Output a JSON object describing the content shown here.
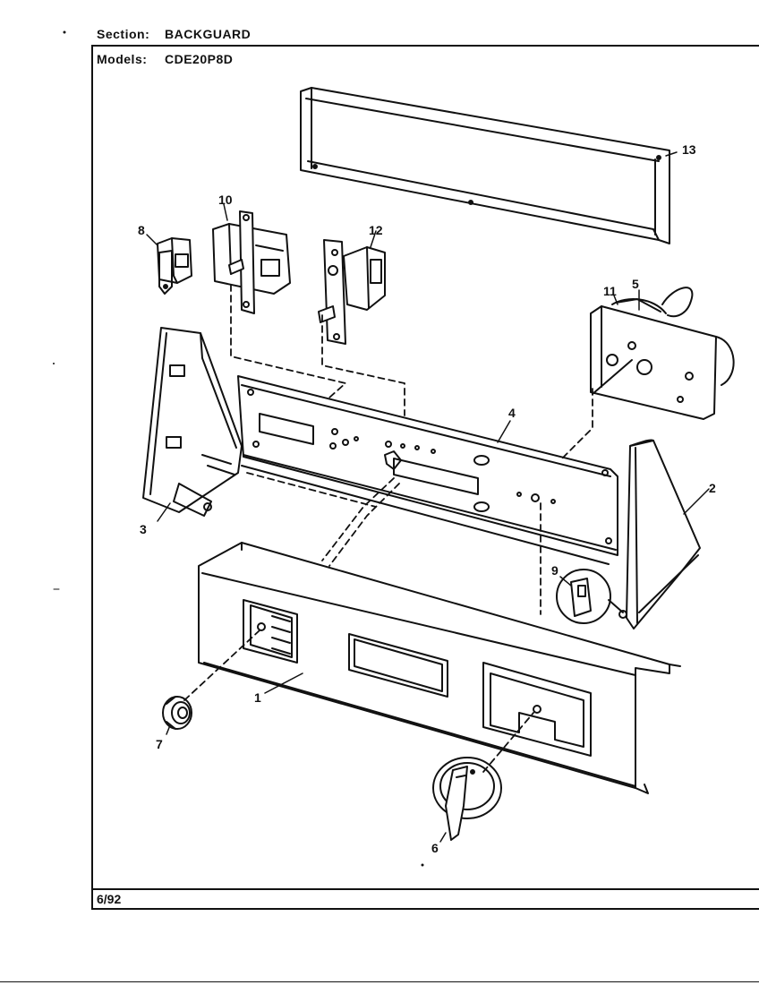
{
  "header": {
    "section_label": "Section:",
    "section_value": "BACKGUARD",
    "models_label": "Models:",
    "models_value": "CDE20P8D"
  },
  "footer": {
    "date": "6/92"
  },
  "callouts": {
    "c1": "1",
    "c2": "2",
    "c3": "3",
    "c4": "4",
    "c5": "5",
    "c6": "6",
    "c7": "7",
    "c8": "8",
    "c9": "9",
    "c10": "10",
    "c11": "11",
    "c12": "12",
    "c13": "13"
  }
}
